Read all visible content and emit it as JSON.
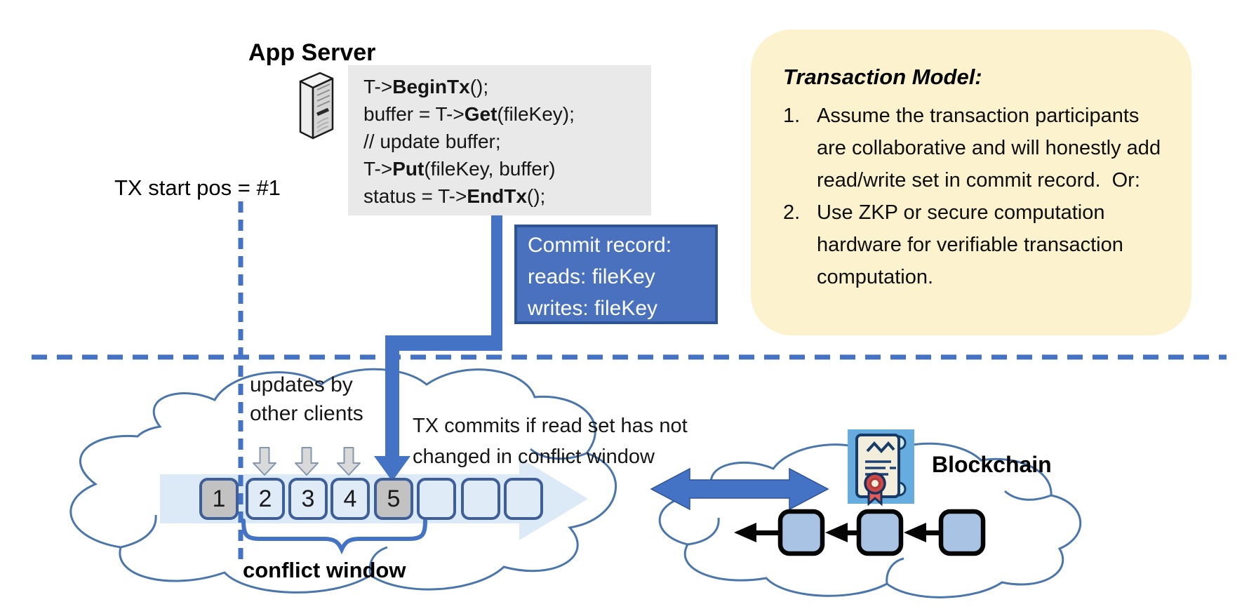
{
  "colors": {
    "accent_blue": "#4472C4",
    "dark_blue_border": "#2F5496",
    "light_blue_fill": "#DFEBF7",
    "gray_square_fill": "#C2C2C2",
    "code_bg": "#E9E9E9",
    "note_yellow": "#FCF2CE",
    "cloud_stroke": "#4A76AC",
    "block_fill": "#A9C3E4",
    "update_arrow_fill": "#D9D9D9"
  },
  "app_server": {
    "title": "App Server"
  },
  "code_block": {
    "lines": [
      [
        {
          "t": "T->"
        },
        {
          "t": "BeginTx",
          "b": true
        },
        {
          "t": "();"
        }
      ],
      [
        {
          "t": "buffer = T->"
        },
        {
          "t": "Get",
          "b": true
        },
        {
          "t": "(fileKey);"
        }
      ],
      [
        {
          "t": "// update buffer;"
        }
      ],
      [
        {
          "t": "T->"
        },
        {
          "t": "Put",
          "b": true
        },
        {
          "t": "(fileKey, buffer)"
        }
      ],
      [
        {
          "t": "status = T->"
        },
        {
          "t": "EndTx",
          "b": true
        },
        {
          "t": "();"
        }
      ]
    ]
  },
  "tx_start_label": "TX start pos = #1",
  "commit_record": {
    "lines": [
      "Commit record:",
      "reads: fileKey",
      "writes: fileKey"
    ]
  },
  "transaction_model": {
    "title": "Transaction Model:",
    "items": [
      "Assume the transaction participants are collaborative and will honestly add read/write set in commit record.  Or:",
      "Use ZKP or secure computation hardware for verifiable transaction computation."
    ]
  },
  "timeline": {
    "updates_label": [
      "updates by",
      "other clients"
    ],
    "commit_note": [
      "TX commits if read set has not",
      "changed in conflict window"
    ],
    "conflict_window_label": "conflict window",
    "squares": [
      {
        "label": "1",
        "highlighted": true
      },
      {
        "label": "2",
        "highlighted": false
      },
      {
        "label": "3",
        "highlighted": false
      },
      {
        "label": "4",
        "highlighted": false
      },
      {
        "label": "5",
        "highlighted": true
      },
      {
        "label": "",
        "highlighted": false
      },
      {
        "label": "",
        "highlighted": false
      },
      {
        "label": "",
        "highlighted": false
      }
    ]
  },
  "blockchain": {
    "label": "Blockchain"
  }
}
